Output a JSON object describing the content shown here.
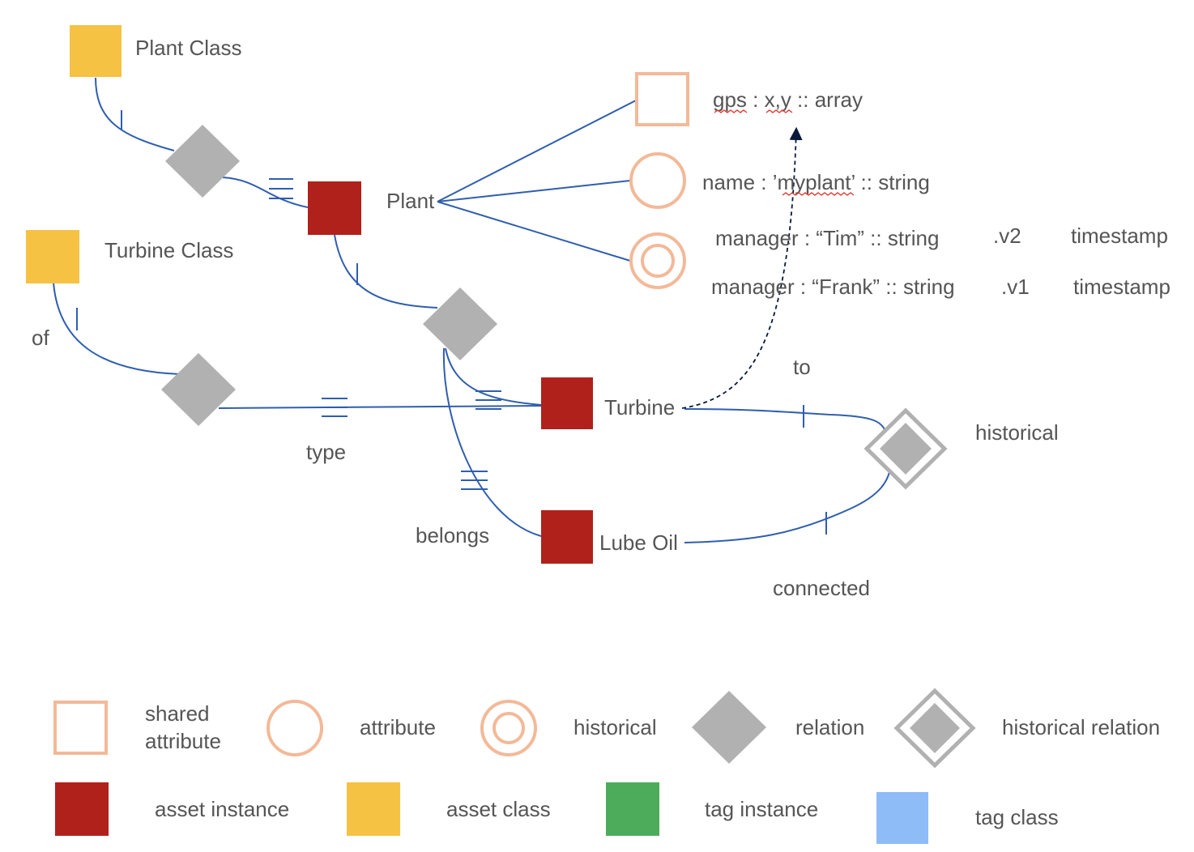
{
  "colors": {
    "asset_instance": "#b0211b",
    "asset_class": "#f5c244",
    "tag_instance": "#4dac5b",
    "tag_class": "#8ebcf7",
    "attribute_stroke": "#f3b998",
    "relation_fill": "#b1b1b1",
    "edge": "#2f5eae",
    "text": "#555555"
  },
  "nodes": {
    "plant_class": "Plant Class",
    "turbine_class": "Turbine Class",
    "plant": "Plant",
    "turbine": "Turbine",
    "lube_oil": "Lube Oil"
  },
  "attributes": {
    "gps": "gps : x,y :: array",
    "name": "name : ’myplant’ :: string",
    "manager_v2": "manager : “Tim” :: string",
    "manager_v2_version": ".v2",
    "manager_v2_timestamp": "timestamp",
    "manager_v1": "manager : “Frank” :: string",
    "manager_v1_version": ".v1",
    "manager_v1_timestamp": "timestamp"
  },
  "relation_labels": {
    "of": "of",
    "type": "type",
    "belongs": "belongs",
    "to": "to",
    "historical": "historical",
    "connected": "connected"
  },
  "legend": {
    "shared_attribute_line1": "shared",
    "shared_attribute_line2": "attribute",
    "attribute": "attribute",
    "historical": "historical",
    "relation": "relation",
    "historical_relation": "historical relation",
    "asset_instance": "asset instance",
    "asset_class": "asset class",
    "tag_instance": "tag instance",
    "tag_class": "tag class"
  }
}
